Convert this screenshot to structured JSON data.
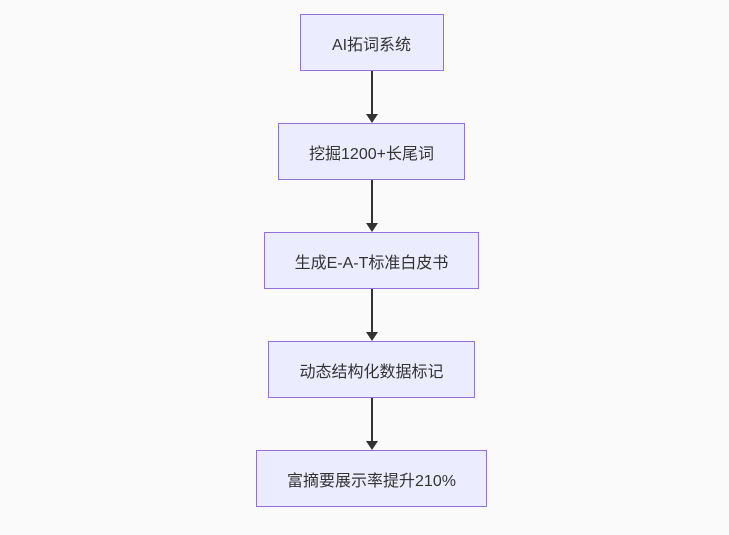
{
  "diagram": {
    "type": "flowchart",
    "direction": "top-down",
    "colors": {
      "background": "#fafafa",
      "node_fill": "#ececff",
      "node_border": "#9370db",
      "arrow": "#333333",
      "text": "#333333"
    },
    "nodes": [
      {
        "id": "A",
        "label": "AI拓词系统"
      },
      {
        "id": "B",
        "label": "挖掘1200+长尾词"
      },
      {
        "id": "C",
        "label": "生成E-A-T标准白皮书"
      },
      {
        "id": "D",
        "label": "动态结构化数据标记"
      },
      {
        "id": "E",
        "label": "富摘要展示率提升210%"
      }
    ],
    "edges": [
      {
        "from": "A",
        "to": "B"
      },
      {
        "from": "B",
        "to": "C"
      },
      {
        "from": "C",
        "to": "D"
      },
      {
        "from": "D",
        "to": "E"
      }
    ]
  }
}
